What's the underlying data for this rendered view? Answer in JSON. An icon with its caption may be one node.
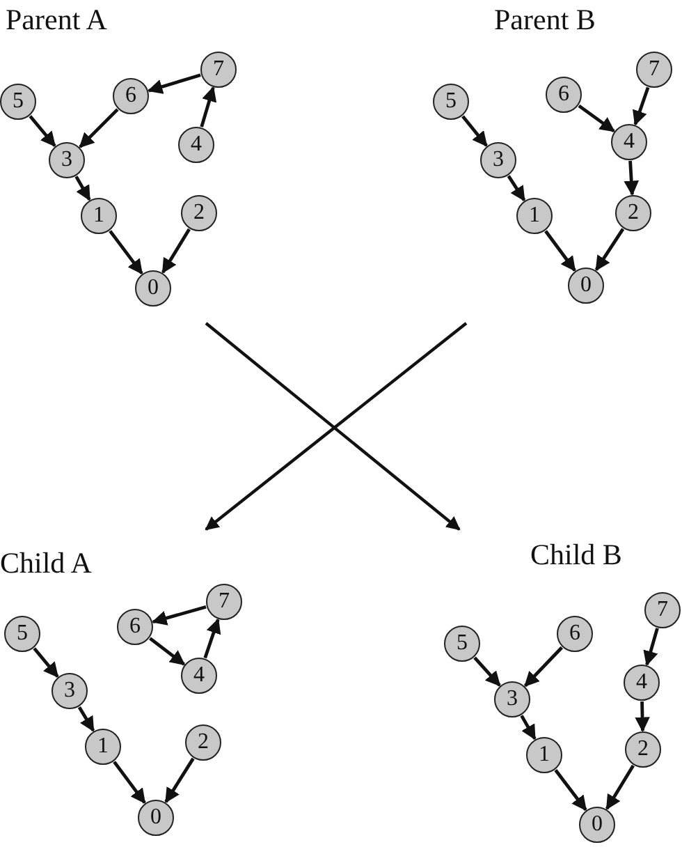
{
  "diagram": {
    "nodes": [
      {
        "text": [
          "5"
        ]
      },
      {
        "text": [
          "6"
        ]
      },
      {
        "text": [
          "7"
        ]
      },
      {
        "text": [
          "3"
        ]
      },
      {
        "text": [
          "4"
        ]
      },
      {
        "text": [
          "1"
        ]
      },
      {
        "text": [
          "2"
        ]
      },
      {
        "text": [
          "0"
        ]
      },
      {
        "text": [
          "5"
        ]
      },
      {
        "text": [
          "6"
        ]
      },
      {
        "text": [
          "7"
        ]
      },
      {
        "text": [
          "3"
        ]
      },
      {
        "text": [
          "4"
        ]
      },
      {
        "text": [
          "1"
        ]
      },
      {
        "text": [
          "2"
        ]
      },
      {
        "text": [
          "0"
        ]
      },
      {
        "text": [
          "5"
        ]
      },
      {
        "text": [
          "6"
        ]
      },
      {
        "text": [
          "7"
        ]
      },
      {
        "text": [
          "3"
        ]
      },
      {
        "text": [
          "4"
        ]
      },
      {
        "text": [
          "1"
        ]
      },
      {
        "text": [
          "2"
        ]
      },
      {
        "text": [
          "0"
        ]
      },
      {
        "text": [
          "5"
        ]
      },
      {
        "text": [
          "6"
        ]
      },
      {
        "text": [
          "7"
        ]
      },
      {
        "text": [
          "3"
        ]
      },
      {
        "text": [
          "4"
        ]
      },
      {
        "text": [
          "1"
        ]
      },
      {
        "text": [
          "2"
        ]
      },
      {
        "text": [
          "0"
        ]
      }
    ],
    "edges": [
      {
        "from": 2,
        "to": 1,
        "arrow": "to"
      },
      {
        "from": 1,
        "to": 3,
        "arrow": "to"
      },
      {
        "from": 0,
        "to": 3,
        "arrow": "to"
      },
      {
        "from": 4,
        "to": 2,
        "arrow": "to"
      },
      {
        "from": 3,
        "to": 5,
        "arrow": "to"
      },
      {
        "from": 5,
        "to": 7,
        "arrow": "to"
      },
      {
        "from": 6,
        "to": 7,
        "arrow": "to"
      },
      {
        "from": 8,
        "to": 11,
        "arrow": "to"
      },
      {
        "from": 11,
        "to": 13,
        "arrow": "to"
      },
      {
        "from": 13,
        "to": 15,
        "arrow": "to"
      },
      {
        "from": 9,
        "to": 12,
        "arrow": "to"
      },
      {
        "from": 10,
        "to": 12,
        "arrow": "to"
      },
      {
        "from": 12,
        "to": 14,
        "arrow": "to"
      },
      {
        "from": 14,
        "to": 15,
        "arrow": "to"
      },
      {
        "from": 16,
        "to": 19,
        "arrow": "to"
      },
      {
        "from": 19,
        "to": 21,
        "arrow": "to"
      },
      {
        "from": 21,
        "to": 23,
        "arrow": "to"
      },
      {
        "from": 22,
        "to": 23,
        "arrow": "to"
      },
      {
        "from": 18,
        "to": 17,
        "arrow": "to"
      },
      {
        "from": 17,
        "to": 20,
        "arrow": "to"
      },
      {
        "from": 20,
        "to": 18,
        "arrow": "to"
      },
      {
        "from": 24,
        "to": 27,
        "arrow": "to"
      },
      {
        "from": 25,
        "to": 27,
        "arrow": "to"
      },
      {
        "from": 27,
        "to": 29,
        "arrow": "to"
      },
      {
        "from": 29,
        "to": 31,
        "arrow": "to"
      },
      {
        "from": 26,
        "to": 28,
        "arrow": "to"
      },
      {
        "from": 28,
        "to": 30,
        "arrow": "to"
      },
      {
        "from": 30,
        "to": 31,
        "arrow": "to"
      }
    ],
    "labels": [
      "Parent A",
      "Parent B",
      "Child A",
      "Child B"
    ]
  }
}
